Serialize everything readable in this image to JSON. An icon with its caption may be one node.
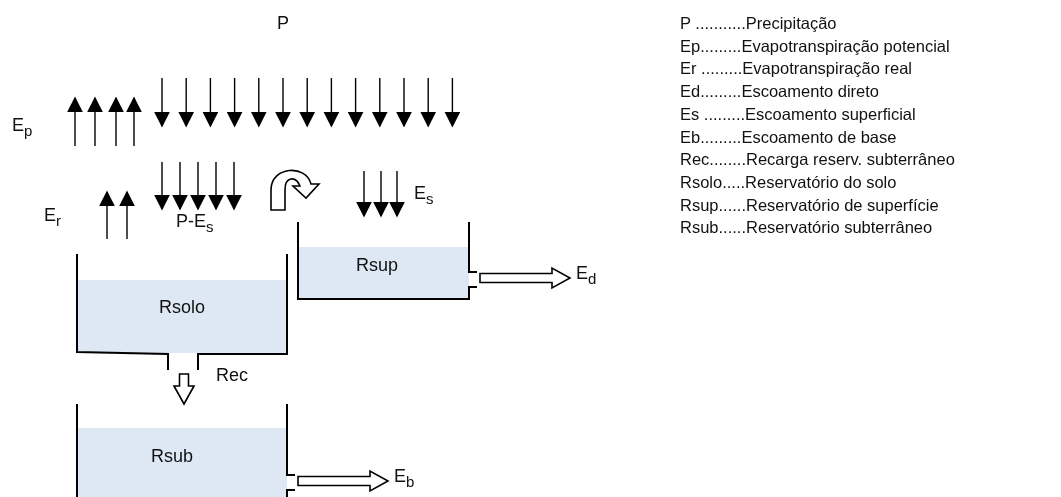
{
  "diagram": {
    "nodes": [
      {
        "text": [
          "Rsolo"
        ]
      },
      {
        "text": [
          "Rsup"
        ]
      },
      {
        "text": [
          "Rsub"
        ]
      },
      {
        "text": [
          "E$_{d}$"
        ]
      },
      {
        "text": [
          "E$_{b}$"
        ]
      }
    ],
    "edges": [
      {
        "from": 0,
        "to": 2,
        "arrow": "to",
        "label": "Rec"
      },
      {
        "from": 1,
        "to": 3,
        "arrow": "to"
      },
      {
        "from": 2,
        "to": 4,
        "arrow": "to"
      }
    ],
    "labels": [
      "P",
      "E$_{p}$",
      "E$_{r}$",
      "P-E$_{s}$",
      "E$_{s}$",
      "P ...........Precipitação",
      "Ep.........Evapotranspiração potencial",
      "Er .........Evapotranspiração real",
      "Ed.........Escoamento direto",
      "Es .........Escoamento superficial",
      "Eb.........Escoamento de base",
      "Rec........Recarga reserv. subterrâneo",
      "Rsolo.....Reservatório do solo",
      "Rsup......Reservatório de superfície",
      "Rsub......Reservatório subterrâneo"
    ]
  }
}
